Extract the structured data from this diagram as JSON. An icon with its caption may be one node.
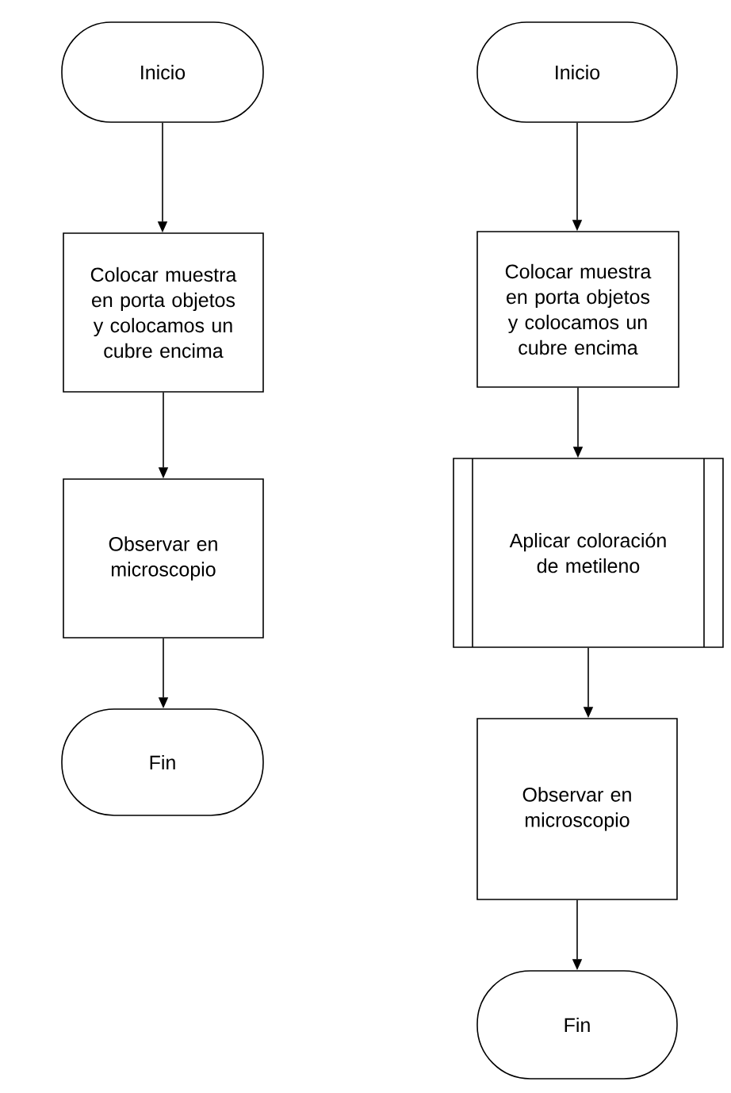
{
  "diagram": {
    "nodes": [
      {
        "text": [
          "Inicio"
        ]
      },
      {
        "text": [
          "Colocar muestra en porta objetos y colocamos un cubre encima"
        ]
      },
      {
        "text": [
          "Observar en microscopio"
        ]
      },
      {
        "text": [
          "Fin"
        ]
      },
      {
        "text": [
          "Inicio"
        ]
      },
      {
        "text": [
          "Colocar muestra en porta objetos y colocamos un cubre encima"
        ]
      },
      {
        "text": [
          "Aplicar coloración de metileno"
        ]
      },
      {
        "text": [
          "Observar en microscopio"
        ]
      },
      {
        "text": [
          "Fin"
        ]
      }
    ],
    "edges": [
      {
        "from": 0,
        "to": 1,
        "arrow": "to"
      },
      {
        "from": 1,
        "to": 2,
        "arrow": "to"
      },
      {
        "from": 2,
        "to": 3,
        "arrow": "to"
      },
      {
        "from": 4,
        "to": 5,
        "arrow": "to"
      },
      {
        "from": 5,
        "to": 6,
        "arrow": "to"
      },
      {
        "from": 6,
        "to": 7,
        "arrow": "to"
      },
      {
        "from": 7,
        "to": 8,
        "arrow": "to"
      }
    ]
  }
}
